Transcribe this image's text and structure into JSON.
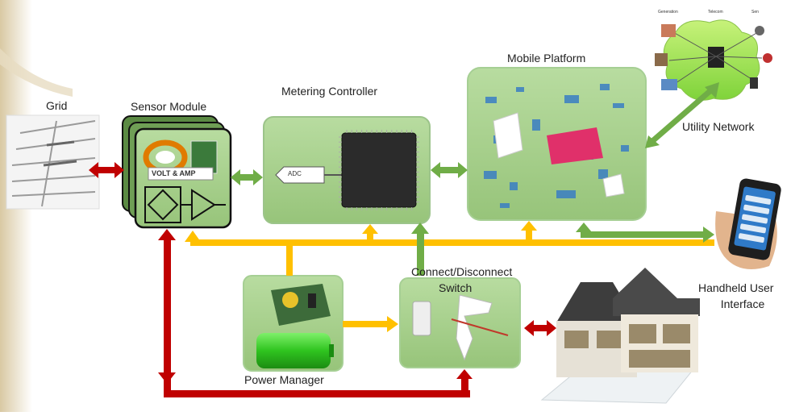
{
  "labels": {
    "grid": "Grid",
    "sensor_module": "Sensor Module",
    "metering_controller": "Metering Controller",
    "mobile_platform": "Mobile Platform",
    "utility_network": "Utility Network",
    "handheld_line1": "Handheld User",
    "handheld_line2": "Interface",
    "switch_line1": "Connect/Disconnect",
    "switch_line2": "Switch",
    "power_manager": "Power Manager"
  },
  "chip_labels": {
    "adc": "ADC",
    "volt_amp": "VOLT & AMP"
  },
  "utility_cloud_labels": [
    "Generation",
    "Telecom",
    "Sen"
  ],
  "colors": {
    "block_green": "#a9d08e",
    "block_border": "#7fa86a",
    "arrow_green": "#70ad47",
    "arrow_yellow": "#ffc000",
    "arrow_red": "#c00000",
    "chip": "#2b2b2b"
  }
}
